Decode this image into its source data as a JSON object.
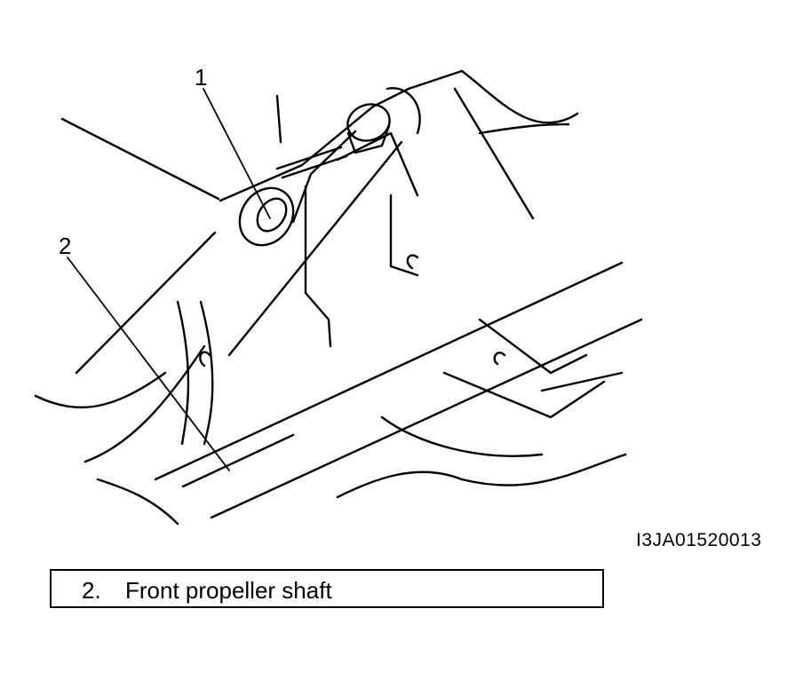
{
  "callouts": [
    {
      "number": "1"
    },
    {
      "number": "2"
    }
  ],
  "figure_code": "I3JA01520013",
  "legend": [
    {
      "number": "2.",
      "label": "Front propeller shaft"
    }
  ]
}
